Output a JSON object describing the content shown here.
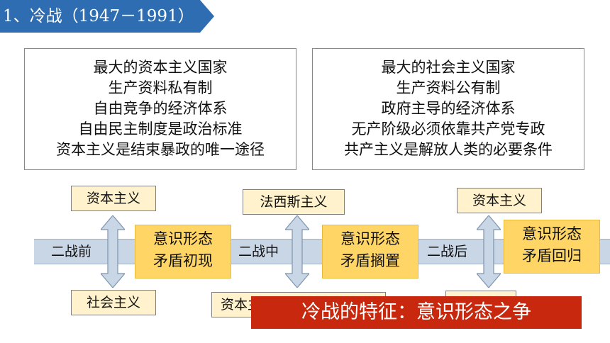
{
  "title": "1、冷战（1947－1991）",
  "left_box": {
    "lines": [
      "最大的资本主义国家",
      "生产资料私有制",
      "自由竞争的经济体系",
      "自由民主制度是政治标准",
      "资本主义是结束暴政的唯一途径"
    ]
  },
  "right_box": {
    "lines": [
      "最大的社会主义国家",
      "生产资料公有制",
      "政府主导的经济体系",
      "无产阶级必须依靠共产党专政",
      "共产主义是解放人类的必要条件"
    ]
  },
  "timeline": {
    "stages": [
      "二战前",
      "二战中",
      "二战后"
    ],
    "contradictions": [
      [
        "意识形态",
        "矛盾初现"
      ],
      [
        "意识形态",
        "矛盾搁置"
      ],
      [
        "意识形态",
        "矛盾回归"
      ]
    ],
    "top_labels": [
      "资本主义",
      "法西斯主义",
      "资本主义"
    ],
    "bottom_labels": [
      "社会主义",
      "资本主"
    ]
  },
  "banner": "冷战的特征：意识形态之争",
  "colors": {
    "title_blue": "#2e6db2",
    "banner_red": "#c8280e",
    "ideology_yellow": "#ffd666",
    "label_yellow": "#fff2cc",
    "timeline_blue": "#c9d6e6"
  }
}
